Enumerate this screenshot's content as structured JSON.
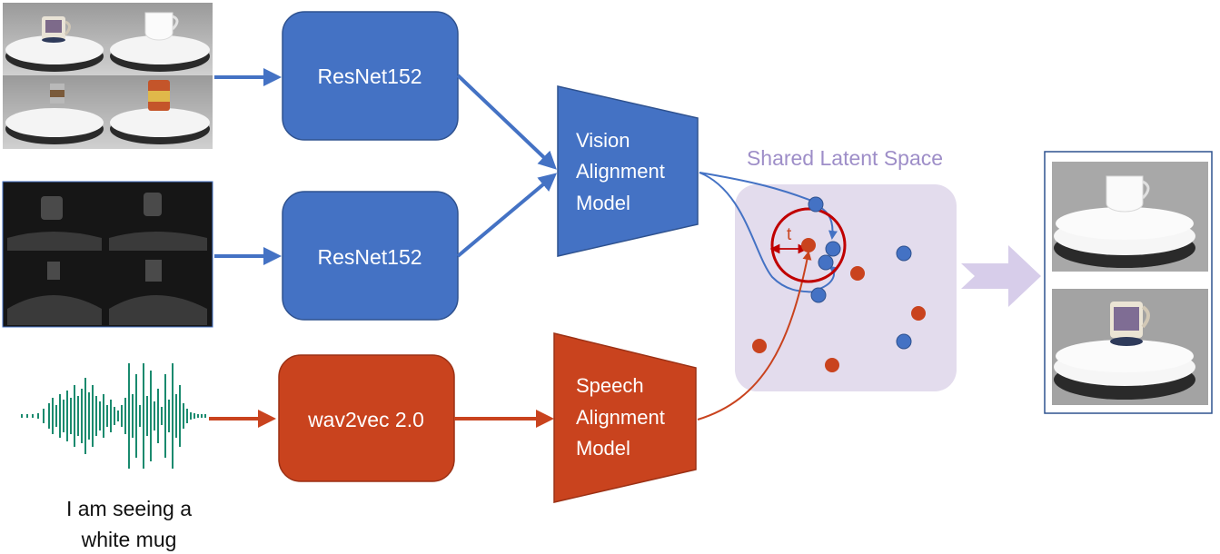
{
  "colors": {
    "blue": "#4472c4",
    "red": "#c9431e",
    "latent_bg": "#e3dced",
    "latent_title": "#9e8ec8",
    "threshold_ring": "#c00000",
    "audio_wave": "#1a8a6e"
  },
  "inputs": {
    "rgb_images": {
      "description_icon": "rgb-object-grid",
      "objects": [
        "mug",
        "white cup",
        "can",
        "jar"
      ]
    },
    "depth_images": {
      "description_icon": "depth-object-grid"
    },
    "speech": {
      "icon": "audio-waveform-icon",
      "caption_line1": "I am seeing a",
      "caption_line2": "white mug"
    }
  },
  "encoders": {
    "rgb": "ResNet152",
    "depth": "ResNet152",
    "speech": "wav2vec 2.0"
  },
  "alignment": {
    "vision": [
      "Vision",
      "Alignment",
      "Model"
    ],
    "speech": [
      "Speech",
      "Alignment",
      "Model"
    ]
  },
  "latent": {
    "title": "Shared Latent Space",
    "threshold_label": "t"
  },
  "output": {
    "icon": "retrieved-images-panel",
    "images": [
      "white cup on turntable",
      "patterned mug on turntable"
    ]
  }
}
